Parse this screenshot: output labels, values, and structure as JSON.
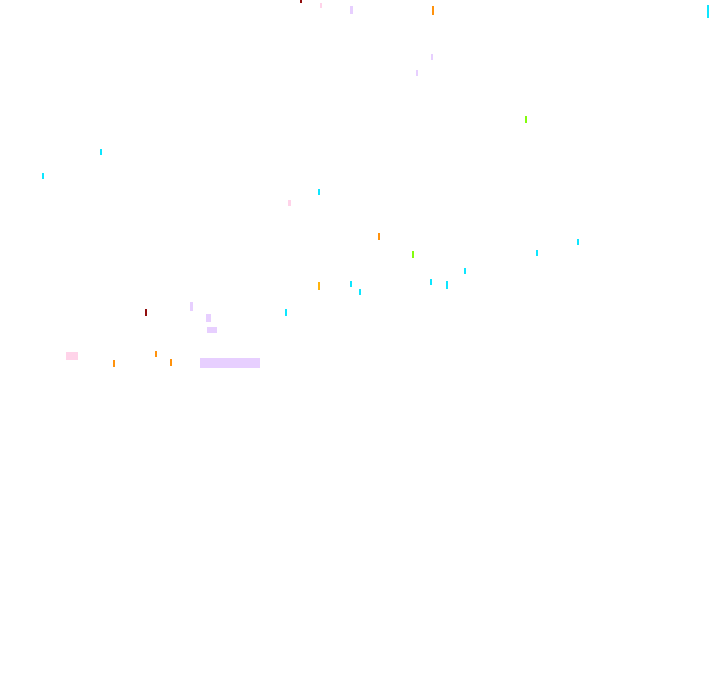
{
  "background_color": "#ffffff",
  "mark_colors": [
    "#8b0000",
    "#ff8c00",
    "#00e5ff",
    "#7CFC00",
    "#e6ccff",
    "#ffd1e8",
    "#ffb000"
  ],
  "marks": [
    {
      "id": "m1",
      "color": "#8b0000"
    },
    {
      "id": "m2",
      "color": "#ffd1e8"
    },
    {
      "id": "m3",
      "color": "#e6ccff"
    },
    {
      "id": "m4",
      "color": "#ff8c00"
    },
    {
      "id": "m5",
      "color": "#00e5ff"
    },
    {
      "id": "m6",
      "color": "#e6ccff"
    },
    {
      "id": "m7",
      "color": "#e6ccff"
    },
    {
      "id": "m8",
      "color": "#7CFC00"
    },
    {
      "id": "m9",
      "color": "#00e5ff"
    },
    {
      "id": "m10",
      "color": "#00e5ff"
    },
    {
      "id": "m11",
      "color": "#ffd1e8"
    },
    {
      "id": "m12",
      "color": "#00e5ff"
    },
    {
      "id": "m13",
      "color": "#ff8c00"
    },
    {
      "id": "m14",
      "color": "#7CFC00"
    },
    {
      "id": "m15",
      "color": "#00e5ff"
    },
    {
      "id": "m16",
      "color": "#00e5ff"
    },
    {
      "id": "m17",
      "color": "#ffb000"
    },
    {
      "id": "m18",
      "color": "#00e5ff"
    },
    {
      "id": "m19",
      "color": "#00e5ff"
    },
    {
      "id": "m20",
      "color": "#00e5ff"
    },
    {
      "id": "m21",
      "color": "#00e5ff"
    },
    {
      "id": "m22",
      "color": "#00e5ff"
    },
    {
      "id": "m23",
      "color": "#8b0000"
    },
    {
      "id": "m24",
      "color": "#e6ccff"
    },
    {
      "id": "m25",
      "color": "#e6ccff"
    },
    {
      "id": "m26",
      "color": "#00e5ff"
    },
    {
      "id": "m27",
      "color": "#e6ccff"
    },
    {
      "id": "m28",
      "color": "#ff8c00"
    },
    {
      "id": "m29",
      "color": "#ff8c00"
    },
    {
      "id": "m30",
      "color": "#ff8c00"
    },
    {
      "id": "m31",
      "color": "#ffd1e8"
    },
    {
      "id": "m32",
      "color": "#e6ccff"
    }
  ]
}
